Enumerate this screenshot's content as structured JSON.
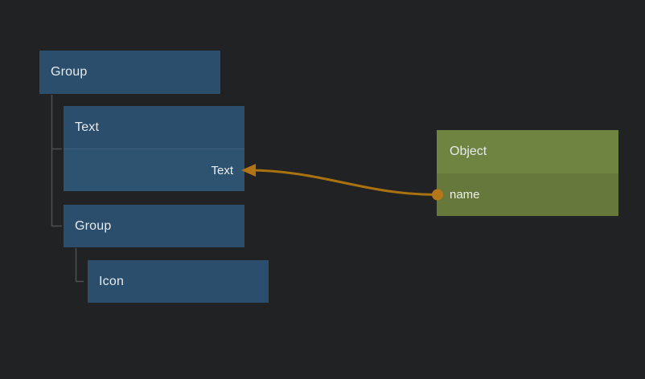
{
  "canvas": {
    "kind": "node-editor-canvas",
    "colors": {
      "background": "#212223",
      "element_node": "#2b4e6d",
      "element_node_port_row": "#2e5370",
      "object_node_header": "#708442",
      "object_node_body": "#66783c",
      "wire": "#a9720f",
      "port_dot": "#b4771b",
      "tree_connector_line": "#4d5053",
      "label_text": "#e7eaed"
    }
  },
  "element_tree": {
    "root_group": {
      "label": "Group"
    },
    "text_element": {
      "label": "Text",
      "port": {
        "label": "Text"
      }
    },
    "child_group": {
      "label": "Group"
    },
    "icon_element": {
      "label": "Icon"
    }
  },
  "data_object": {
    "title": "Object",
    "property": {
      "label": "name"
    }
  },
  "connection": {
    "source_property": "name",
    "target_port": "Text"
  }
}
